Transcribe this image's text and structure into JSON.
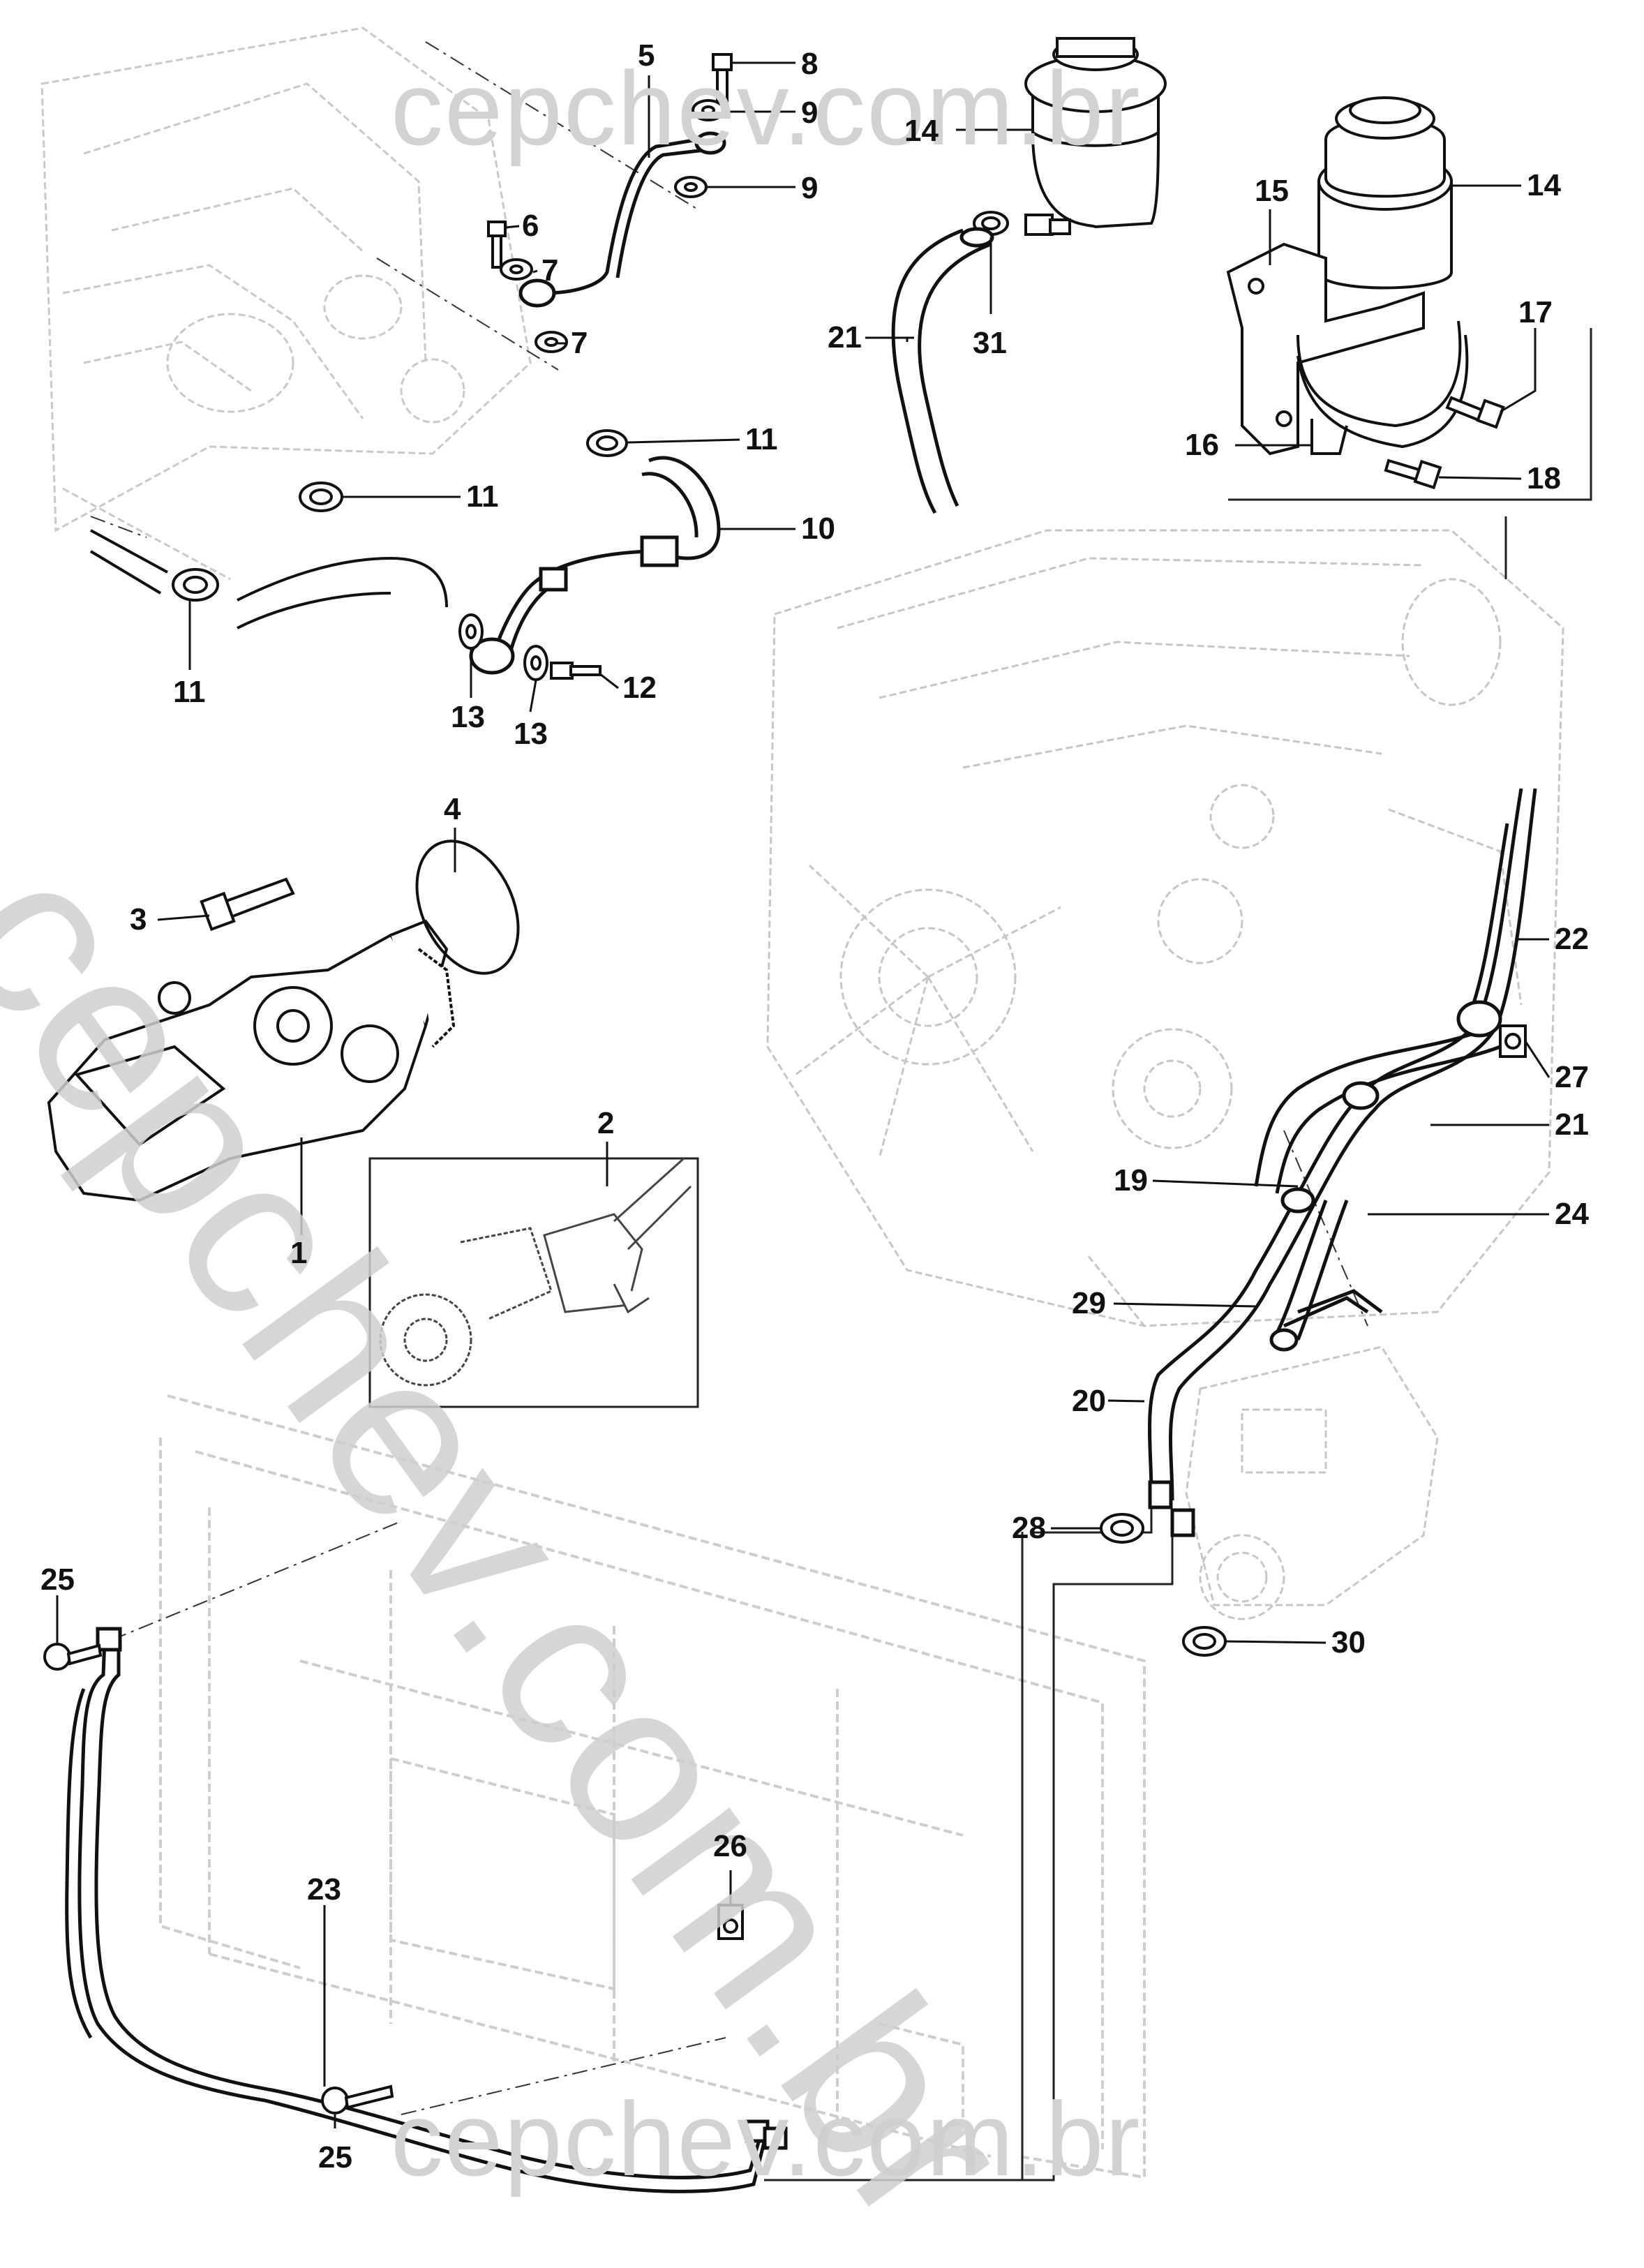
{
  "watermark": {
    "top": "cepchev.com.br",
    "bottom": "cepchev.com.br",
    "diagonal": "cepchev.com.br",
    "color": "#cfcfcf"
  },
  "callouts": [
    {
      "id": "c1",
      "label": "1"
    },
    {
      "id": "c2",
      "label": "2"
    },
    {
      "id": "c3",
      "label": "3"
    },
    {
      "id": "c4",
      "label": "4"
    },
    {
      "id": "c5",
      "label": "5"
    },
    {
      "id": "c6",
      "label": "6"
    },
    {
      "id": "c7a",
      "label": "7"
    },
    {
      "id": "c7b",
      "label": "7"
    },
    {
      "id": "c8",
      "label": "8"
    },
    {
      "id": "c9a",
      "label": "9"
    },
    {
      "id": "c9b",
      "label": "9"
    },
    {
      "id": "c10",
      "label": "10"
    },
    {
      "id": "c11a",
      "label": "11"
    },
    {
      "id": "c11b",
      "label": "11"
    },
    {
      "id": "c11c",
      "label": "11"
    },
    {
      "id": "c12",
      "label": "12"
    },
    {
      "id": "c13a",
      "label": "13"
    },
    {
      "id": "c13b",
      "label": "13"
    },
    {
      "id": "c14a",
      "label": "14"
    },
    {
      "id": "c14b",
      "label": "14"
    },
    {
      "id": "c15",
      "label": "15"
    },
    {
      "id": "c16",
      "label": "16"
    },
    {
      "id": "c17",
      "label": "17"
    },
    {
      "id": "c18",
      "label": "18"
    },
    {
      "id": "c19",
      "label": "19"
    },
    {
      "id": "c20",
      "label": "20"
    },
    {
      "id": "c21a",
      "label": "21"
    },
    {
      "id": "c21b",
      "label": "21"
    },
    {
      "id": "c22",
      "label": "22"
    },
    {
      "id": "c23",
      "label": "23"
    },
    {
      "id": "c24",
      "label": "24"
    },
    {
      "id": "c25a",
      "label": "25"
    },
    {
      "id": "c25b",
      "label": "25"
    },
    {
      "id": "c26",
      "label": "26"
    },
    {
      "id": "c27",
      "label": "27"
    },
    {
      "id": "c28",
      "label": "28"
    },
    {
      "id": "c29",
      "label": "29"
    },
    {
      "id": "c30",
      "label": "30"
    },
    {
      "id": "c31",
      "label": "31"
    }
  ]
}
